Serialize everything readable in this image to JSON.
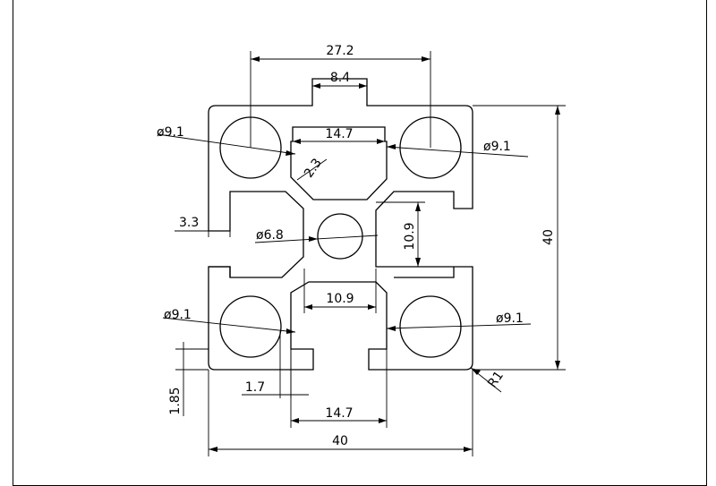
{
  "dimensions": {
    "top_hole_spacing": "27.2",
    "top_slot_width": "8.4",
    "top_slot_inner_width": "14.7",
    "bottom_slot_width": "14.7",
    "chamfer": "2.3",
    "center_hole_dia": "ø6.8",
    "center_square_height": "10.9",
    "center_square_width": "10.9",
    "lip_thickness": "3.3",
    "lip_length": "1.7",
    "lip_depth": "1.85",
    "hole_top_left": "ø9.1",
    "hole_top_right": "ø9.1",
    "hole_bottom_left": "ø9.1",
    "hole_bottom_right": "ø9.1",
    "overall_height": "40",
    "overall_width": "40",
    "corner_radius": "R1"
  }
}
